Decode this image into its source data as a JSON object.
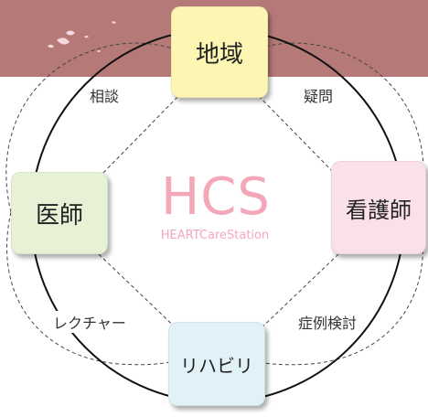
{
  "colors": {
    "banner": "#b57a78",
    "center_text": "#f3a7b9",
    "node_top": "#fdf6b3",
    "node_left": "#e6f1d6",
    "node_right": "#fae0ea",
    "node_bottom": "#e0f1f8"
  },
  "center": {
    "title": "HCS",
    "subtitle": "HEARTCareStation"
  },
  "nodes": {
    "top": "地域",
    "left": "医師",
    "right": "看護師",
    "bottom": "リハビリ"
  },
  "links": {
    "top_left": "相談",
    "top_right": "疑問",
    "bottom_left": "レクチャー",
    "bottom_right": "症例検討"
  }
}
